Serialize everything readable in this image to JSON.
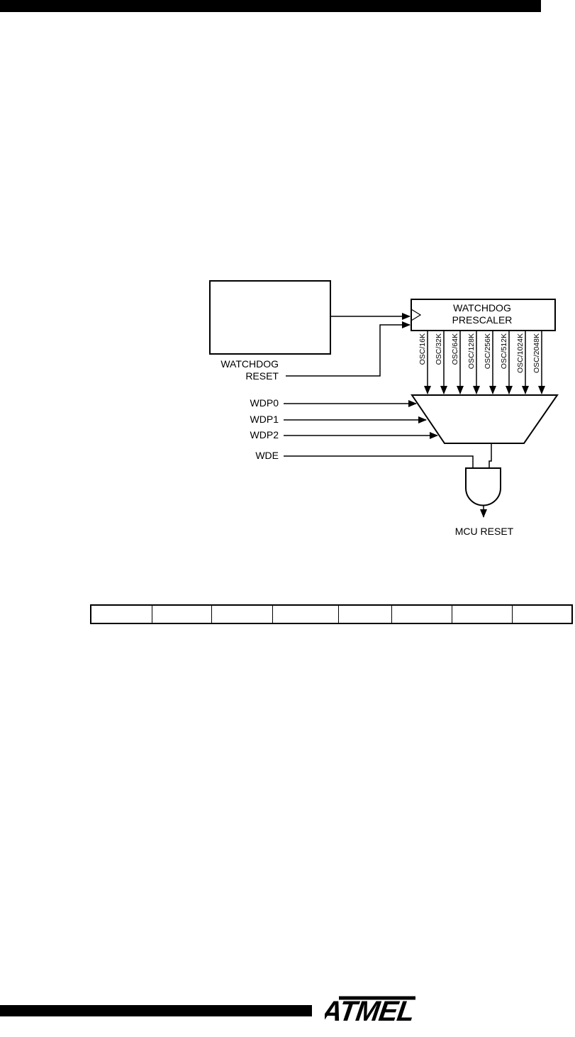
{
  "diagram": {
    "oscillator_label": "",
    "prescaler_line1": "WATCHDOG",
    "prescaler_line2": "PRESCALER",
    "reset_line1": "WATCHDOG",
    "reset_line2": "RESET",
    "taps": [
      "OSC/16K",
      "OSC/32K",
      "OSC/64K",
      "OSC/128K",
      "OSC/256K",
      "OSC/512K",
      "OSC/1024K",
      "OSC/2048K"
    ],
    "wdp0": "WDP0",
    "wdp1": "WDP1",
    "wdp2": "WDP2",
    "wde": "WDE",
    "mcu_reset": "MCU RESET"
  },
  "register": {
    "cells": [
      "",
      "",
      "",
      "",
      "",
      "",
      "",
      ""
    ]
  },
  "logo": {
    "text": "ATMEL"
  }
}
